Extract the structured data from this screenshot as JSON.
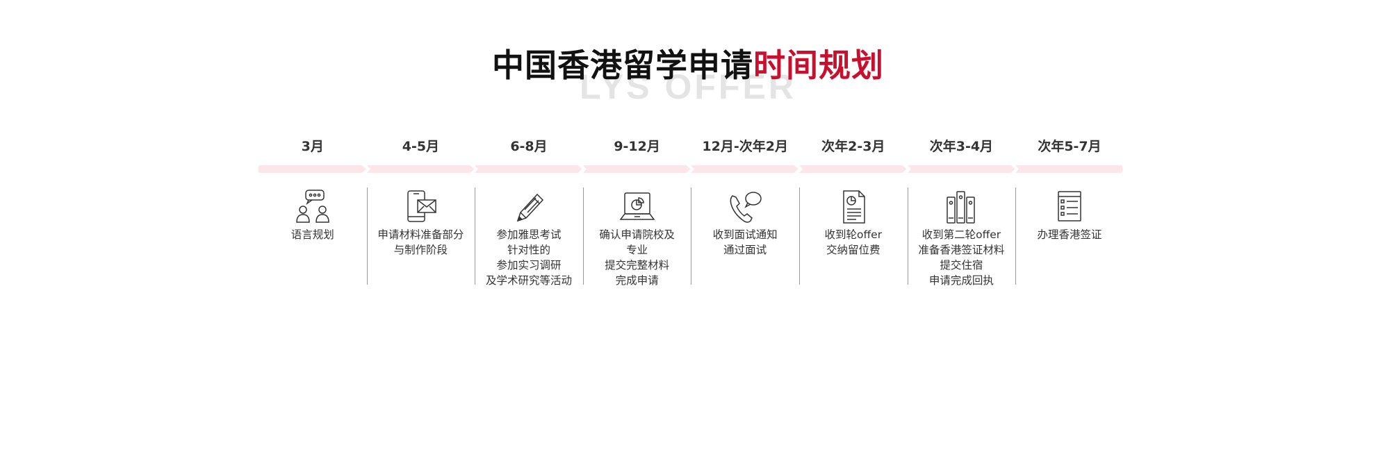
{
  "title": {
    "watermark": "LYS OFFER",
    "black": "中国香港留学申请",
    "red": "时间规划"
  },
  "colors": {
    "accent": "#c8102e",
    "arrow": "#fde6ea",
    "text": "#333333"
  },
  "steps": [
    {
      "period": "3月",
      "icon": "speech-people-icon",
      "lines": [
        "语言规划"
      ]
    },
    {
      "period": "4-5月",
      "icon": "phone-mail-icon",
      "lines": [
        "申请材料准备部分",
        "与制作阶段"
      ]
    },
    {
      "period": "6-8月",
      "icon": "pencil-icon",
      "lines": [
        "参加雅思考试",
        "针对性的",
        "参加实习调研",
        "及学术研究等活动"
      ]
    },
    {
      "period": "9-12月",
      "icon": "laptop-chart-icon",
      "lines": [
        "确认申请院校及",
        "专业",
        "提交完整材料",
        "完成申请"
      ]
    },
    {
      "period": "12月-次年2月",
      "icon": "phone-call-icon",
      "lines": [
        "收到面试通知",
        "通过面试"
      ]
    },
    {
      "period": "次年2-3月",
      "icon": "document-chart-icon",
      "lines": [
        "收到轮offer",
        "交纳留位费"
      ]
    },
    {
      "period": "次年3-4月",
      "icon": "binders-icon",
      "lines": [
        "收到第二轮offer",
        "准备香港签证材料",
        "提交住宿",
        "申请完成回执"
      ]
    },
    {
      "period": "次年5-7月",
      "icon": "checklist-icon",
      "lines": [
        "办理香港签证"
      ]
    }
  ]
}
